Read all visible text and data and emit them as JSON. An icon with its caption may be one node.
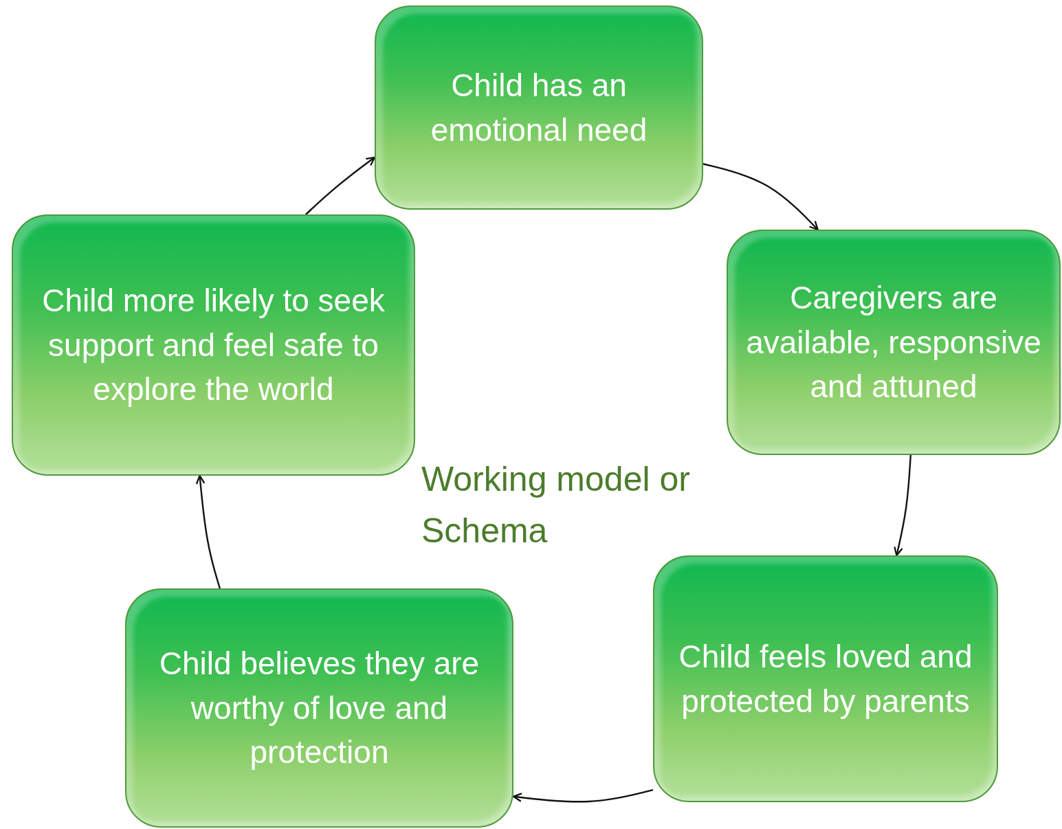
{
  "diagram": {
    "nodes": [
      {
        "text": [
          "Child has an emotional need"
        ]
      },
      {
        "text": [
          "Caregivers are available, responsive and attuned"
        ]
      },
      {
        "text": [
          "Child feels loved and protected by parents"
        ]
      },
      {
        "text": [
          "Child believes they are worthy of love and protection"
        ]
      },
      {
        "text": [
          "Child more likely to seek support and feel safe to explore the world"
        ]
      }
    ],
    "edges": [
      {
        "from": 0,
        "to": 1,
        "arrow": "to"
      },
      {
        "from": 1,
        "to": 2,
        "arrow": "to"
      },
      {
        "from": 2,
        "to": 3,
        "arrow": "to"
      },
      {
        "from": 3,
        "to": 4,
        "arrow": "to"
      },
      {
        "from": 4,
        "to": 0,
        "arrow": "to"
      }
    ],
    "labels": [
      "Working model or Schema"
    ]
  }
}
